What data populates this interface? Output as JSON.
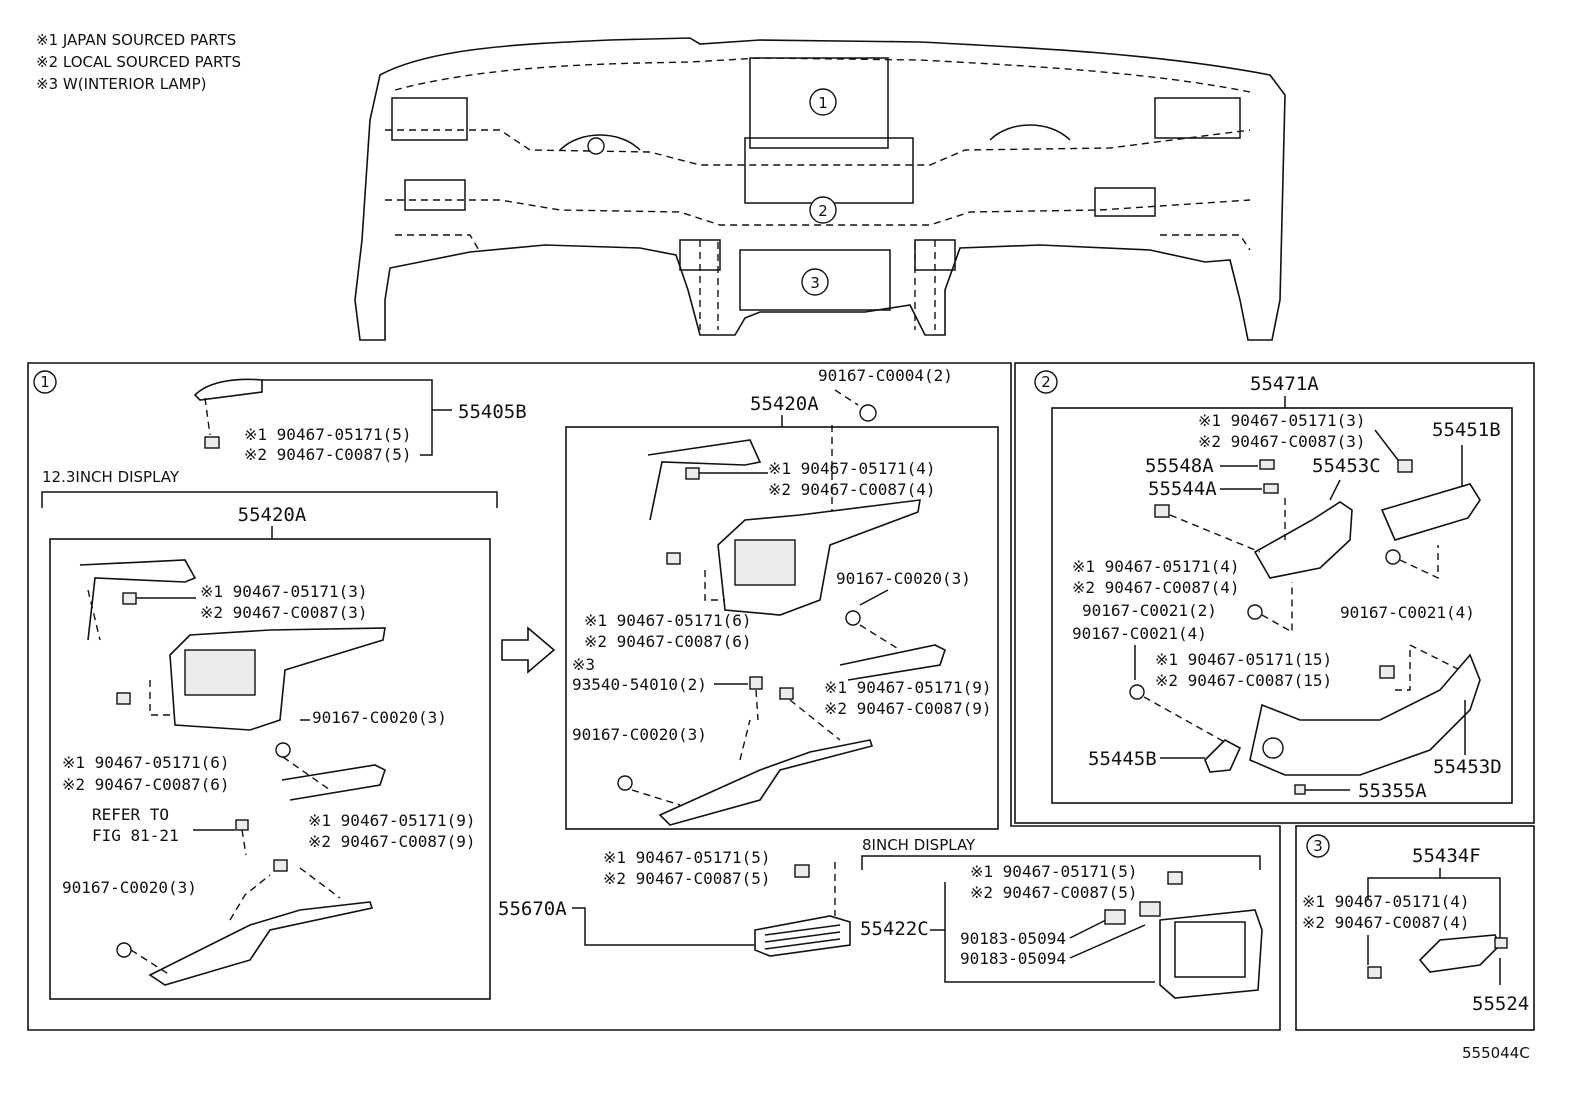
{
  "notes": [
    "※1 JAPAN SOURCED PARTS",
    "※2 LOCAL SOURCED PARTS",
    "※3 W(INTERIOR LAMP)"
  ],
  "diagram_id": "555044C",
  "callouts": {
    "c1": "1",
    "c2": "2",
    "c3": "3"
  },
  "section1": {
    "p55405B": "55405B",
    "s55405B_1": "※1  90467-05171(5)",
    "s55405B_2": "※2  90467-C0087(5)",
    "display_label": "12.3INCH DISPLAY",
    "left_part": "55420A",
    "l_c1_1": "※1  90467-05171(3)",
    "l_c1_2": "※2  90467-C0087(3)",
    "l_c2": "90167-C0020(3)",
    "l_c3_1": "※1  90467-05171(6)",
    "l_c3_2": "※2  90467-C0087(6)",
    "l_ref_1": "REFER TO",
    "l_ref_2": "FIG 81-21",
    "l_c4_1": "※1  90467-05171(9)",
    "l_c4_2": "※2  90467-C0087(9)",
    "l_c5": "90167-C0020(3)",
    "right_part": "55420A",
    "r_top": "90167-C0004(2)",
    "r_c1_1": "※1  90467-05171(4)",
    "r_c1_2": "※2  90467-C0087(4)",
    "r_c2": "90167-C0020(3)",
    "r_c3_1": "※1  90467-05171(6)",
    "r_c3_2": "※2  90467-C0087(6)",
    "r_note3": "※3",
    "r_lamp": "93540-54010(2)",
    "r_c4_1": "※1  90467-05171(9)",
    "r_c4_2": "※2  90467-C0087(9)",
    "r_c5": "90167-C0020(3)",
    "vent_part": "55670A",
    "vent_c_1": "※1  90467-05171(5)",
    "vent_c_2": "※2  90467-C0087(5)",
    "display8_label": "8INCH DISPLAY",
    "bezel_part": "55422C",
    "bezel_c_1": "※1  90467-05171(5)",
    "bezel_c_2": "※2  90467-C0087(5)",
    "bezel_n1": "90183-05094",
    "bezel_n2": "90183-05094"
  },
  "section2": {
    "main_part": "55471A",
    "c_top_1": "※1  90467-05171(3)",
    "c_top_2": "※2  90467-C0087(3)",
    "p55451B": "55451B",
    "p55548A": "55548A",
    "p55544A": "55544A",
    "p55453C": "55453C",
    "c_mid_1": "※1  90467-05171(4)",
    "c_mid_2": "※2  90467-C0087(4)",
    "s_0021_2": "90167-C0021(2)",
    "s_0021_4a": "90167-C0021(4)",
    "s_0021_4b": "90167-C0021(4)",
    "c_low_1": "※1  90467-05171(15)",
    "c_low_2": "※2  90467-C0087(15)",
    "p55445B": "55445B",
    "p55453D": "55453D",
    "p55355A": "55355A"
  },
  "section3": {
    "main_part": "55434F",
    "c_1": "※1  90467-05171(4)",
    "c_2": "※2  90467-C0087(4)",
    "p55524": "55524"
  }
}
